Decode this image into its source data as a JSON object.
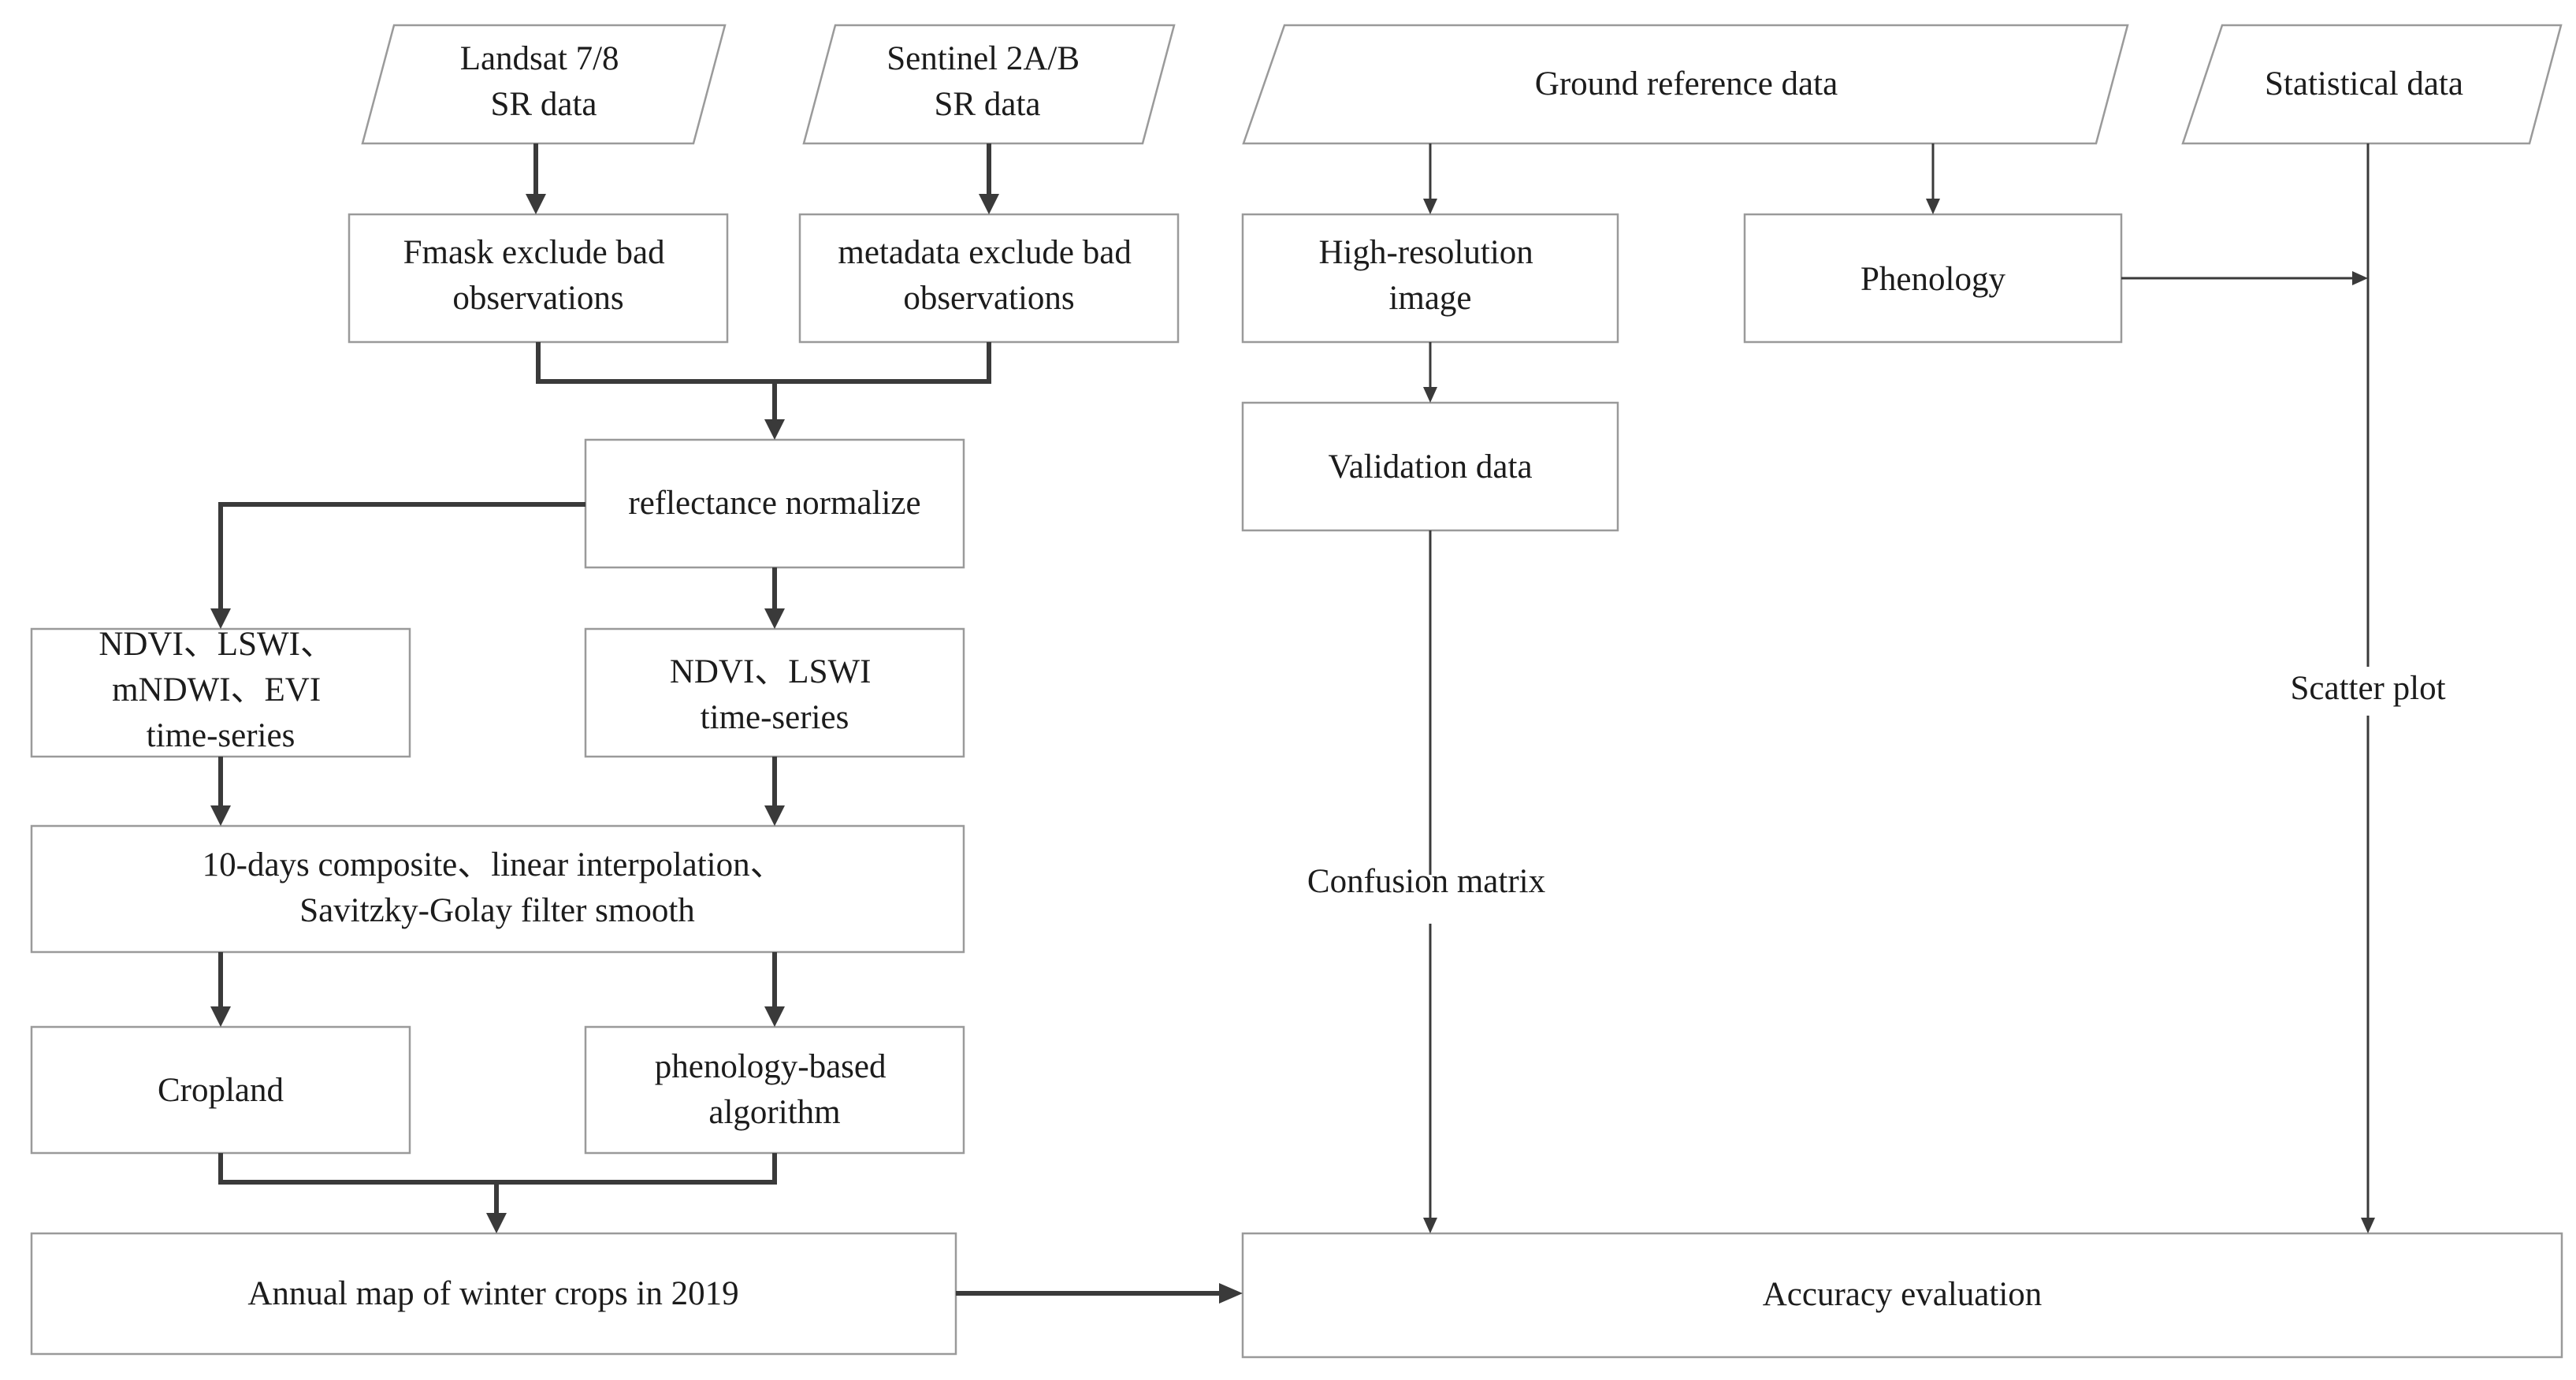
{
  "inputs": {
    "landsat": [
      "Landsat 7/8",
      "SR data"
    ],
    "sentinel": [
      "Sentinel 2A/B",
      "SR data"
    ],
    "ground_reference": [
      "Ground reference data"
    ],
    "statistical": [
      "Statistical data"
    ]
  },
  "steps": {
    "fmask": [
      "Fmask exclude bad",
      "observations"
    ],
    "metadata": [
      "metadata exclude bad",
      "observations"
    ],
    "normalize": [
      "reflectance normalize"
    ],
    "indices_left": [
      "NDVI、LSWI、",
      "mNDWI、EVI",
      "time-series"
    ],
    "indices_right": [
      "NDVI、LSWI",
      "time-series"
    ],
    "composite": [
      "10-days composite、linear interpolation、",
      "Savitzky-Golay filter smooth"
    ],
    "cropland": [
      "Cropland"
    ],
    "phenology_algorithm": [
      "phenology-based",
      "algorithm"
    ],
    "annual_map": [
      "Annual map of winter crops in 2019"
    ],
    "high_res": [
      "High-resolution",
      "image"
    ],
    "phenology": [
      "Phenology"
    ],
    "validation": [
      "Validation data"
    ],
    "accuracy": [
      "Accuracy evaluation"
    ]
  },
  "edge_labels": {
    "confusion_matrix": "Confusion matrix",
    "scatter_plot": "Scatter plot"
  }
}
